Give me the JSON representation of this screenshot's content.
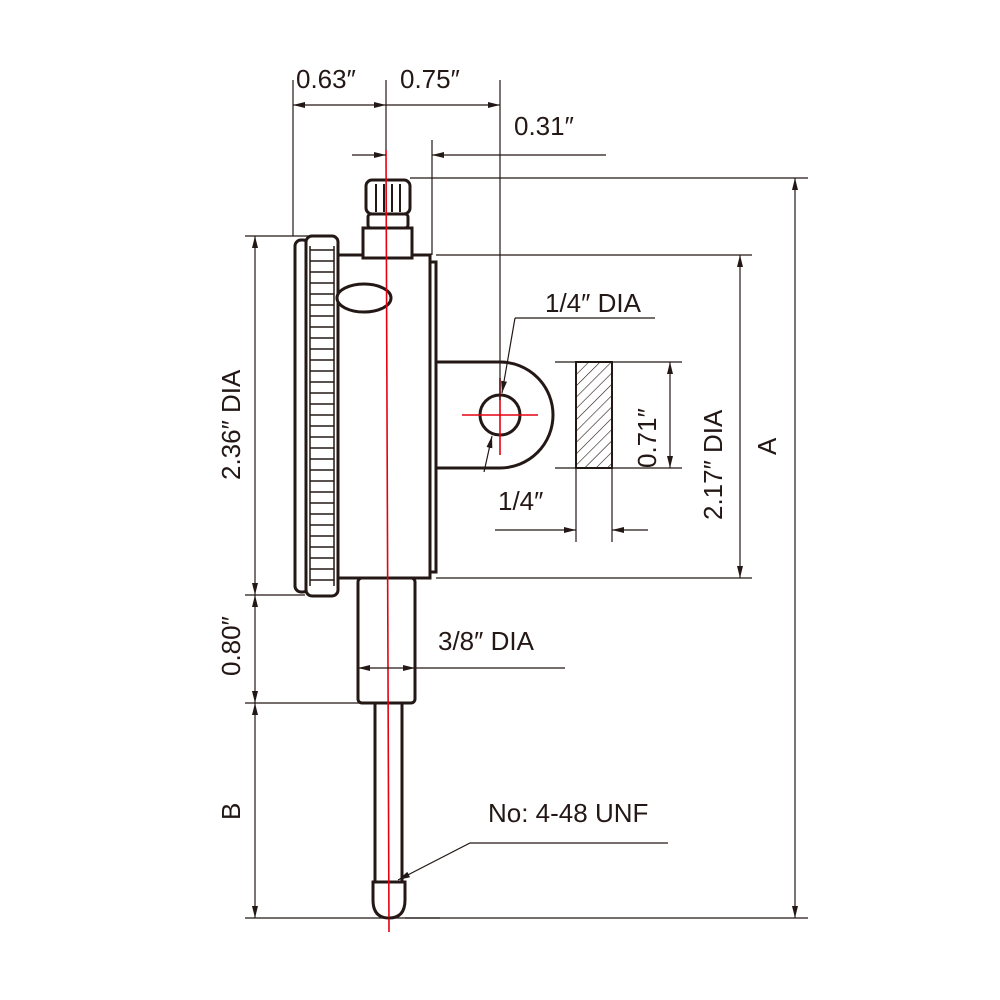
{
  "dimensions": {
    "bezel_offset": "0.63″",
    "lug_offset": "0.75″",
    "back_offset": "0.31″",
    "lug_hole": "1/4″ DIA",
    "lug_thickness": "1/4″",
    "lug_width": "0.71″",
    "back_dia": "2.17″ DIA",
    "overall": "A",
    "dial_dia": "2.36″ DIA",
    "stem_length": "0.80″",
    "stem_dia": "3/8″ DIA",
    "spindle_length": "B",
    "thread": "No: 4-48 UNF"
  },
  "colors": {
    "line": "#231815",
    "centerline": "#e60012"
  }
}
